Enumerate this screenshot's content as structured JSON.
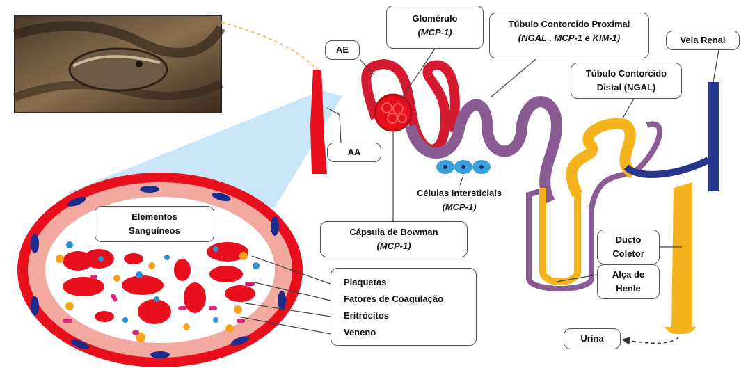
{
  "colors": {
    "vessel_red": "#e8101c",
    "nephron_red": "#d31a30",
    "tubule_purple": "#8a5a92",
    "distal_yellow": "#f5b41e",
    "vein_blue": "#26368e",
    "interstitial_blue": "#3a9fd8",
    "callout_fill": "#bfe0f7",
    "endothelial_pink": "#f2a9a0",
    "nucleus_blue": "#1c2c8a",
    "platelet_blue": "#2b8fd4",
    "venom_orange": "#f5a41c",
    "clotting_pink": "#e0207a"
  },
  "photo": {
    "subject": "snake-head"
  },
  "labels": {
    "glomerulo": {
      "line1": "Glomérulo",
      "line2": "(MCP-1)"
    },
    "tcp": {
      "line1": "Túbulo Contorcido Proximal",
      "line2": "(NGAL , MCP-1 e KIM-1)"
    },
    "veia_renal": "Veia Renal",
    "ae": "AE",
    "aa": "AA",
    "tcd": {
      "line1": "Túbulo Contorcido",
      "line2": "Distal (NGAL)"
    },
    "celulas_intersticiais": {
      "line1": "Células Intersticiais",
      "line2": "(MCP-1)"
    },
    "capsula_bowman": {
      "line1": "Cápsula de Bowman",
      "line2": "(MCP-1)"
    },
    "elementos_sanguineos": {
      "line1": "Elementos",
      "line2": "Sanguíneos"
    },
    "ducto_coletor": {
      "line1": "Ducto",
      "line2": "Coletor"
    },
    "alca_henle": {
      "line1": "Alça de",
      "line2": "Henle"
    },
    "urina": "Urina",
    "blood_list": [
      "Plaquetas",
      "Fatores de Coagulação",
      "Eritrócitos",
      "Veneno"
    ]
  }
}
